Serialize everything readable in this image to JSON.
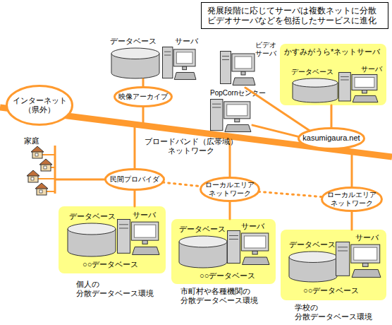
{
  "diagram": {
    "nodes": [
      {
        "text": [
          "発展段階に応じてサーバは複数ネットに分散 ビデオサーバなどを包括したサービスに進化"
        ]
      },
      {
        "text": [
          "データベース"
        ]
      },
      {
        "text": [
          "サーバ"
        ]
      },
      {
        "text": [
          "映像アーカイブ"
        ]
      },
      {
        "text": [
          "ビデオ サーバ"
        ]
      },
      {
        "text": [
          "かすみがうら*ネットサーバ"
        ]
      },
      {
        "text": [
          "データベース"
        ],
        "in": 5
      },
      {
        "text": [
          "サーバ"
        ],
        "in": 5
      },
      {
        "text": [
          "インターネット （県外）"
        ]
      },
      {
        "text": [
          "PopCornセンター"
        ]
      },
      {
        "text": [
          "kasumigaura.net"
        ]
      },
      {
        "text": [
          "民間プロバイダ"
        ]
      },
      {
        "text": [
          "ローカルエリア ネットワーク"
        ]
      },
      {
        "text": [
          "ローカルエリア ネットワーク"
        ]
      },
      {
        "text": [
          "○○データベース"
        ]
      },
      {
        "text": [
          "データベース"
        ],
        "in": 14
      },
      {
        "text": [
          "サーバ"
        ],
        "in": 14
      },
      {
        "text": [
          "○○データベース"
        ]
      },
      {
        "text": [
          "データベース"
        ],
        "in": 17
      },
      {
        "text": [
          "サーバ"
        ],
        "in": 17
      },
      {
        "text": [
          "○○データベース"
        ]
      },
      {
        "text": [
          "データベース"
        ],
        "in": 20
      },
      {
        "text": [
          "サーバ"
        ],
        "in": 20
      }
    ],
    "edges": [
      {
        "from": 1,
        "to": 3,
        "arrow": "none"
      },
      {
        "from": 4,
        "to": 10,
        "arrow": "none"
      },
      {
        "from": 5,
        "to": 10,
        "arrow": "none"
      },
      {
        "from": 9,
        "to": 10,
        "arrow": "none"
      },
      {
        "from": 11,
        "to": 14,
        "arrow": "none"
      },
      {
        "from": 11,
        "to": 12,
        "arrow": "none"
      },
      {
        "from": 12,
        "to": 17,
        "arrow": "none"
      },
      {
        "from": 12,
        "to": 13,
        "arrow": "none"
      },
      {
        "from": 13,
        "to": 20,
        "arrow": "none"
      }
    ],
    "labels": [
      "ブロードバンド（広帯域） ネットワーク",
      "家庭",
      "個人の 分散データベース環境",
      "市町村や各種機関の 分散データベース環境",
      "学校の 分散データベース環境"
    ]
  }
}
